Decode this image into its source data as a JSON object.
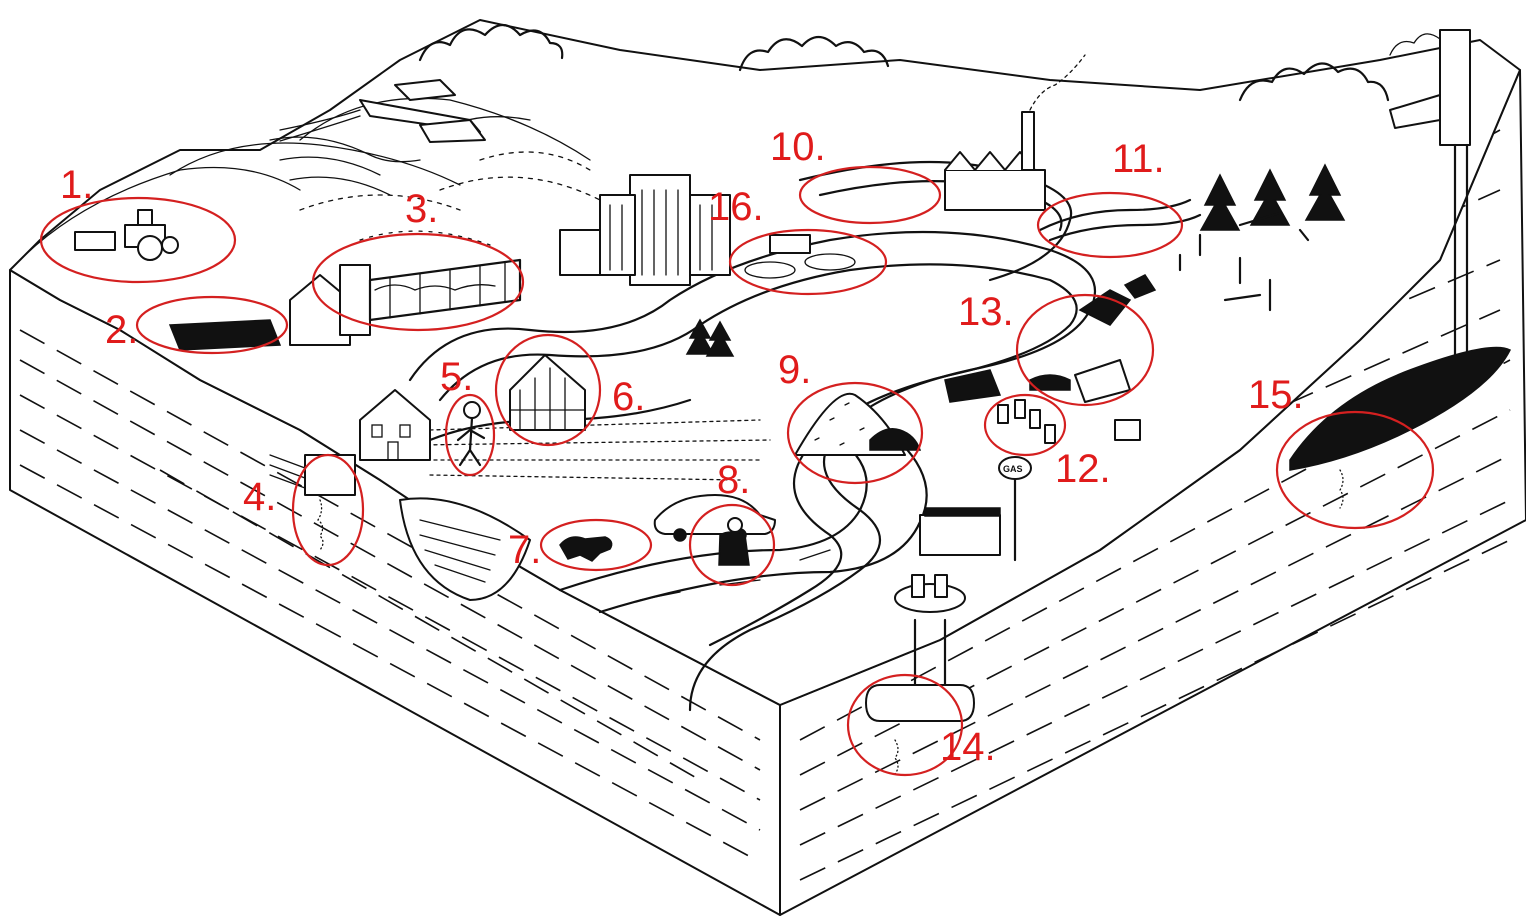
{
  "labels": [
    {
      "id": 1,
      "text": "1."
    },
    {
      "id": 2,
      "text": "2."
    },
    {
      "id": 3,
      "text": "3."
    },
    {
      "id": 4,
      "text": "4."
    },
    {
      "id": 5,
      "text": "5."
    },
    {
      "id": 6,
      "text": "6."
    },
    {
      "id": 7,
      "text": "7."
    },
    {
      "id": 8,
      "text": "8."
    },
    {
      "id": 9,
      "text": "9."
    },
    {
      "id": 10,
      "text": "10."
    },
    {
      "id": 11,
      "text": "11."
    },
    {
      "id": 12,
      "text": "12."
    },
    {
      "id": 13,
      "text": "13."
    },
    {
      "id": 14,
      "text": "14."
    },
    {
      "id": 15,
      "text": "15."
    },
    {
      "id": 16,
      "text": "16."
    }
  ],
  "signs": {
    "gas": "GAS"
  },
  "colors": {
    "annotation": "#e01b1b",
    "ink": "#111111",
    "background": "#ffffff"
  }
}
